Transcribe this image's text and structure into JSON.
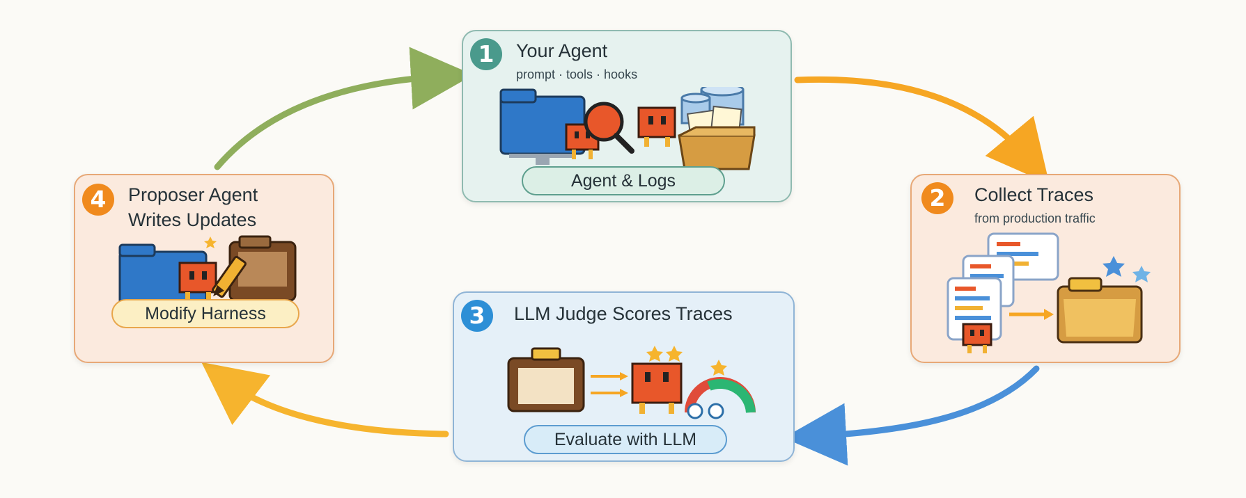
{
  "steps": [
    {
      "number": "1",
      "title": "Your Agent",
      "subtitle": "prompt · tools · hooks",
      "pill": "Agent & Logs"
    },
    {
      "number": "2",
      "title": "Collect Traces",
      "subtitle": "from production traffic"
    },
    {
      "number": "3",
      "title": "LLM Judge Scores Traces",
      "pill": "Evaluate with LLM"
    },
    {
      "number": "4",
      "title": "Proposer Agent Writes Updates",
      "pill": "Modify Harness"
    }
  ],
  "colors": {
    "step_1": "#4a9a8c",
    "step_2": "#f08a1d",
    "step_3": "#2d8fd6",
    "step_4": "#f08a1d",
    "arrow_1_to_2": "#f6a623",
    "arrow_2_to_3": "#4a90d9",
    "arrow_3_to_4": "#f6b42e",
    "arrow_4_to_1": "#8fae5c",
    "robot": "#e8572a",
    "folder_blue": "#2f78c8",
    "folder_brown": "#7a4a25"
  },
  "icons": [
    "folder-icon",
    "robot-icon",
    "magnifier-icon",
    "database-icon",
    "file-box-icon",
    "trace-cards-icon",
    "star-icon",
    "gauge-icon",
    "pencil-icon"
  ]
}
